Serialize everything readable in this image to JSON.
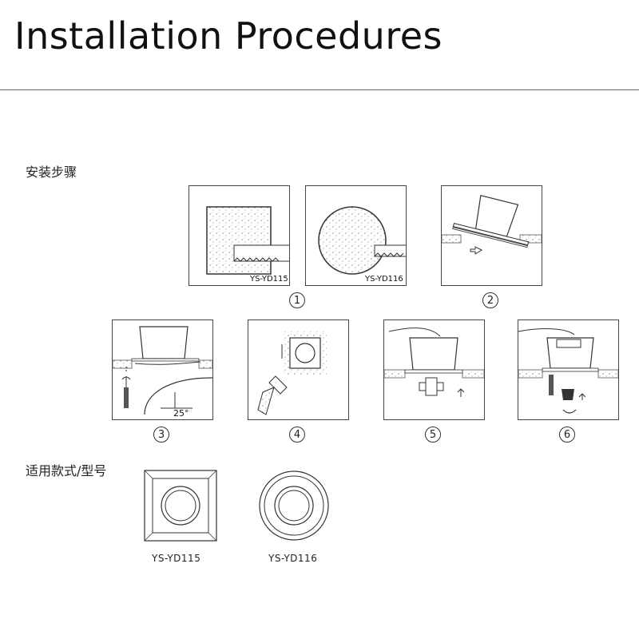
{
  "header": {
    "title": "Installation  Procedures"
  },
  "steps_section": {
    "label": "安装步骤",
    "step_numbers": [
      "1",
      "2",
      "3",
      "4",
      "5",
      "6"
    ],
    "panel_labels": {
      "cut_square": "YS-YD115",
      "cut_round": "YS-YD116"
    },
    "angle_label": "25°"
  },
  "models_section": {
    "label": "适用款式/型号",
    "models": [
      {
        "name": "YS-YD115"
      },
      {
        "name": "YS-YD116"
      }
    ]
  }
}
